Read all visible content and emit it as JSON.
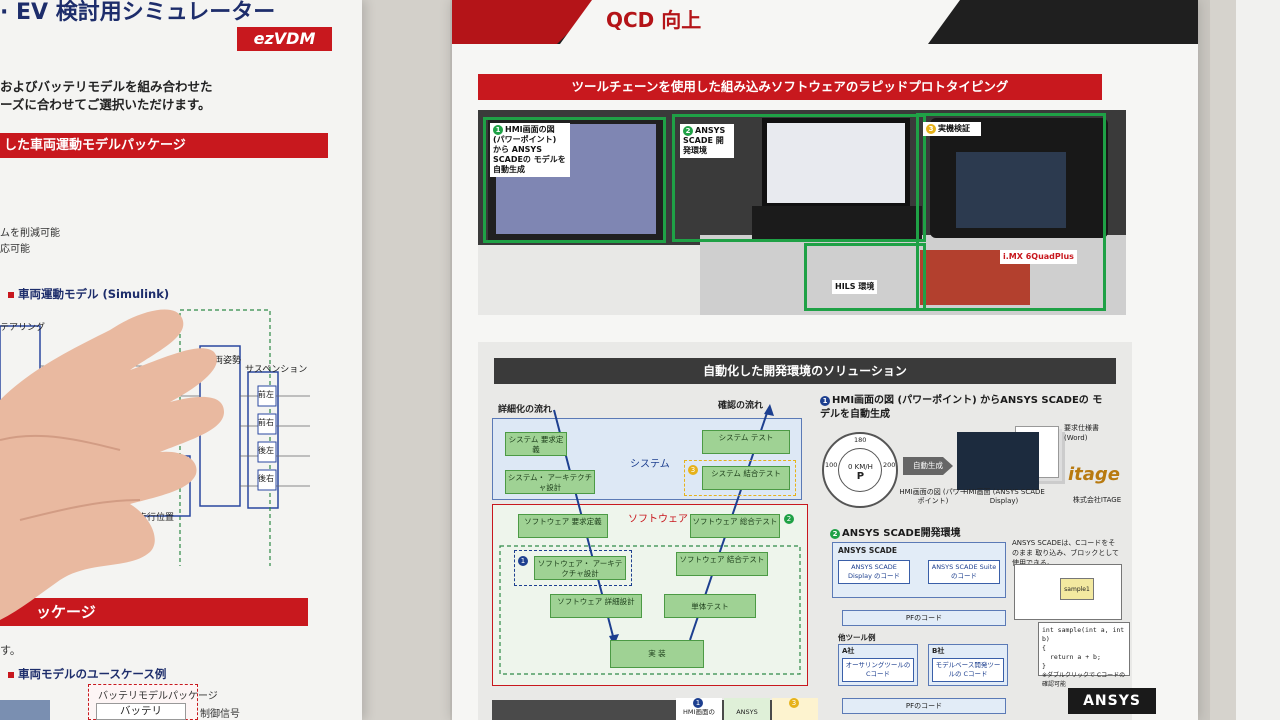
{
  "left_poster": {
    "title": "· EV 検討用シミュレーター",
    "logo": "ezVDM",
    "desc_line1": "およびバッテリモデルを組み合わせた",
    "desc_line2": "ーズに合わせてご選択いただけます。",
    "banner1": "した車両運動モデルパッケージ",
    "bullet1": "ムを削減可能",
    "bullet2": "応可能",
    "subheading": "車両運動モデル (Simulink)",
    "diagram_labels": {
      "steering": "テアリング",
      "posture": "両姿勢",
      "suspension": "サスペンション",
      "fl": "前左",
      "fr": "前右",
      "rl": "後左",
      "rr": "後右",
      "vehicle_pos": "車両走行位置"
    },
    "banner2": "ッケージ",
    "text_su": "す。",
    "usecase": "車両モデルのユースケース例",
    "battery_pkg": "バッテリモデルパッケージ",
    "battery": "バッテリ",
    "control_signal": "制御信号"
  },
  "center_poster": {
    "title": "QCD 向上",
    "banner": "ツールチェーンを使用した組み込みソフトウェアのラピッドプロトタイピング",
    "photo_tags": {
      "tag1_num": "1",
      "tag1": "HMI画面の図 (パワーポイント) から ANSYS SCADEの モデルを自動生成",
      "tag2_num": "2",
      "tag2": "ANSYS SCADE 開発環境",
      "tag3_num": "3",
      "tag3": "実機検証",
      "hils": "HILS 環境",
      "imx": "i.MX 6QuadPlus"
    },
    "solution_banner": "自動化した開発環境のソリューション",
    "flow": {
      "detail": "詳細化の流れ",
      "confirm": "確認の流れ",
      "system": "システム",
      "software": "ソフトウェア",
      "sys_req": "システム 要求定義",
      "sys_arch": "システム・ アーキテクチャ設計",
      "sys_test": "システム テスト",
      "sys_int_num": "3",
      "sys_int": "システム 結合テスト",
      "sw_req": "ソフトウェア 要求定義",
      "sw_arch_num": "1",
      "sw_arch": "ソフトウェア・ アーキテクチャ設計",
      "sw_detail": "ソフトウェア 詳細設計",
      "impl": "実 装",
      "unit_test": "単体テスト",
      "sw_int_test": "ソフトウェア 結合テスト",
      "sw_comp_num": "2",
      "sw_comp": "ソフトウェア 総合テスト"
    },
    "hmi": {
      "num": "1",
      "title": "HMI画面の図 (パワーポイント) からANSYS SCADEの モデルを自動生成",
      "speed": "0 KM/H",
      "gear": "P",
      "tick_top": "180",
      "tick_left": "100",
      "tick_right": "200",
      "arrow": "自動生成",
      "ppt_caption": "HMI画面の図 (パワーポイント)",
      "scade_caption": "HMI画面 (ANSYS SCADE Display)",
      "spec": "要求仕様書 (Word)",
      "company_logo": "itage",
      "company": "株式会社ITAGE"
    },
    "scade": {
      "num": "2",
      "title": "ANSYS SCADE開発環境",
      "box_title": "ANSYS SCADE",
      "display_code": "ANSYS SCADE Display のコード",
      "suite_code": "ANSYS SCADE Suite のコード",
      "pf_code": "PFのコード",
      "other_tools": "他ツール例",
      "company_a": "A社",
      "company_b": "B社",
      "a_code": "オーサリングツールの Cコード",
      "b_code": "モデルベース開発ツールの Cコード",
      "pf_code2": "PFのコード",
      "note": "ANSYS SCADEは、Cコードをそのまま 取り込み、ブロックとして使用できる。",
      "block": "sample1",
      "code_line1": "int sample(int a, int b)",
      "code_line2": "{",
      "code_line3": "return a + b;",
      "code_line4": "}",
      "code_note": "※ダブルクリックで Cコードの確認可能",
      "ansys_logo": "ANSYS"
    },
    "bottom_cells": {
      "c1_num": "1",
      "c1": "HMI画面の",
      "c2": "ANSYS",
      "c3_num": "3"
    }
  },
  "colors": {
    "brand_red": "#c8181e",
    "green_box": "#1fa146",
    "navy": "#1d2d6b"
  }
}
